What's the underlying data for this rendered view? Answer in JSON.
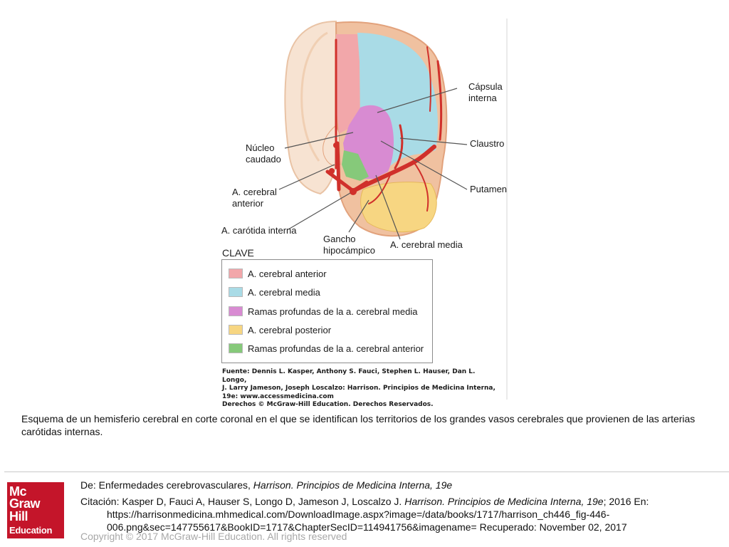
{
  "figure": {
    "labels": {
      "capsula": "Cápsula\ninterna",
      "claustro": "Claustro",
      "putamen": "Putamen",
      "nucleo": "Núcleo\ncaudado",
      "cerebral_anterior": "A. cerebral\nanterior",
      "carotida": "A. carótida interna",
      "gancho": "Gancho\nhipocámpico",
      "cerebral_media": "A. cerebral media"
    },
    "key_title": "CLAVE",
    "key_items": [
      {
        "label": "A. cerebral anterior",
        "color": "#f2a7aa"
      },
      {
        "label": "A. cerebral media",
        "color": "#a9dbe6"
      },
      {
        "label": "Ramas profundas de la a. cerebral media",
        "color": "#d88bd2"
      },
      {
        "label": "A. cerebral posterior",
        "color": "#f7d682"
      },
      {
        "label": "Ramas profundas de la a. cerebral anterior",
        "color": "#86c97a"
      }
    ],
    "source_text": "Fuente: Dennis L. Kasper, Anthony S. Fauci, Stephen L. Hauser, Dan L. Longo,\nJ. Larry Jameson, Joseph Loscalzo: Harrison. Principios de Medicina Interna,\n19e: www.accessmedicina.com\nDerechos © McGraw-Hill Education. Derechos Reservados."
  },
  "caption": "Esquema de un hemisferio cerebral en corte coronal en el que se identifican los territorios de los grandes vasos cerebrales que provienen de las arterias carótidas internas.",
  "footer": {
    "logo": {
      "line1": "Mc",
      "line2": "Graw",
      "line3": "Hill",
      "line4": "Education"
    },
    "from_prefix": "De: Enfermedades cerebrovasculares, ",
    "from_title": "Harrison. Principios de Medicina Interna, 19e",
    "cite_prefix": "Citación: Kasper D, Fauci A, Hauser S, Longo D, Jameson J, Loscalzo J. ",
    "cite_title": "Harrison. Principios de Medicina Interna, 19e",
    "cite_suffix": "; 2016 En:",
    "cite_url_line1": "https://harrisonmedicina.mhmedical.com/DownloadImage.aspx?image=/data/books/1717/harrison_ch446_fig-446-",
    "cite_url_line2": "006.png&sec=147755617&BookID=1717&ChapterSecID=114941756&imagename= Recuperado: November 02, 2017",
    "copyright": "Copyright © 2017 McGraw-Hill Education. All rights reserved"
  },
  "colors": {
    "anterior": "#f2a7aa",
    "media": "#a9dbe6",
    "deep_media": "#d88bd2",
    "posterior": "#f7d682",
    "deep_anterior": "#86c97a",
    "artery": "#d0302b",
    "cortex": "#f5cfb0",
    "logo": "#c4152a"
  }
}
